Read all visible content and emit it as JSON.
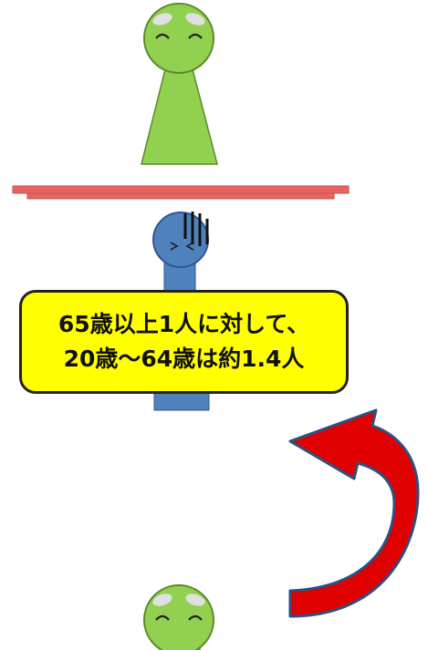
{
  "figures": {
    "elder_top": {
      "role": "elderly person",
      "color": "#92d050",
      "eye_color": "#d9d9d9"
    },
    "worker": {
      "role": "working-age person, strained",
      "color": "#4f81bd",
      "expression": "> <"
    },
    "elder_bottom": {
      "role": "elderly person",
      "color": "#92d050",
      "eye_color": "#d9d9d9"
    }
  },
  "plank": {
    "color": "#e8655f",
    "edge_color": "#c0504d"
  },
  "callout": {
    "line1": "65歳以上1人に対して、",
    "line2": "20歳～64歳は約1.4人",
    "background": "#ffff00",
    "border": "#222222"
  },
  "arrow": {
    "fill": "#e00000",
    "outline": "#2f4f7f",
    "direction": "upward curve"
  },
  "icons": [
    "elder-figure-icon",
    "worker-figure-icon",
    "curved-arrow-icon"
  ]
}
